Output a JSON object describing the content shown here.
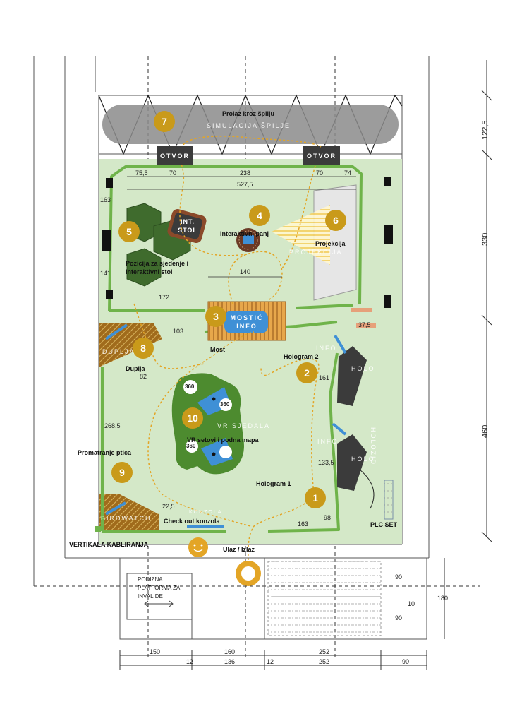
{
  "labels": {
    "simulation_title": "Prolaz kroz špilju",
    "simulation_sub": "SIMULACIJA ŠPILJE",
    "opening_left": "OTVOR",
    "opening_right": "OTVOR",
    "table": "INT. STOL",
    "interactive_stump": "Interaktivni panj",
    "projection": "Projekcija",
    "projection_faint": "PROJEKCIJA",
    "seating": "Pozicija za sjedenje i interaktivni stol",
    "bridge_info": "MOSTIĆ INFO",
    "bridge": "Most",
    "cave": "DUPLJA",
    "cave_label": "Duplja",
    "hologram2": "Hologram 2",
    "hologram1": "Hologram 1",
    "holo_upper": "HOLO",
    "holo_lower": "HOLO",
    "info_upper": "INFO",
    "info_lower": "INFO",
    "holozid": "HOLOZID",
    "vr_seats_faint": "VR SJEDALA",
    "vr_label": "VR setovi i podna mapa",
    "bird_watching": "Promatranje ptica",
    "birdwatch": "BIRDWATCH",
    "checkout": "Check out konzola",
    "konzola": "KONZOLA",
    "plc": "PLC SET",
    "cabling": "VERTIKALA KABLIRANJA",
    "entrance": "Ulaz / Izlaz",
    "platform": "PODIZNA PLATFORMA ZA INVALIDE",
    "vr360a": "360",
    "vr360b": "360",
    "vr360c": "360"
  },
  "badges": [
    "1",
    "2",
    "3",
    "4",
    "5",
    "6",
    "7",
    "8",
    "9",
    "10"
  ],
  "dims": {
    "d75": "75,5",
    "d70a": "70",
    "d238": "238",
    "d70b": "70",
    "d74": "74",
    "d527": "527,5",
    "d163l": "163",
    "d141": "141",
    "d140": "140",
    "d172": "172",
    "d103": "103",
    "d82": "82",
    "d161": "161",
    "d268": "268,5",
    "d133": "133,5",
    "d163b": "163",
    "d98": "98",
    "d375": "37,5",
    "d225": "22,5",
    "r1225": "122,5",
    "r330": "330",
    "r460": "460",
    "b150": "150",
    "b160": "160",
    "b136": "136",
    "b12a": "12",
    "b12b": "12",
    "b252a": "252",
    "b252b": "252",
    "b90": "90",
    "b10": "10",
    "s90a": "90",
    "s90b": "90",
    "s180": "180"
  },
  "colors": {
    "floor": "#d4e8c8",
    "wall": "#6fb34a",
    "badge": "#c99a1a",
    "path": "#e3a526",
    "hex": "#3f6b2d",
    "vr": "#4d8b2f",
    "blue": "#3f90d6",
    "cave_fill": "#9a6a1f",
    "dark": "#3b3b3b"
  }
}
